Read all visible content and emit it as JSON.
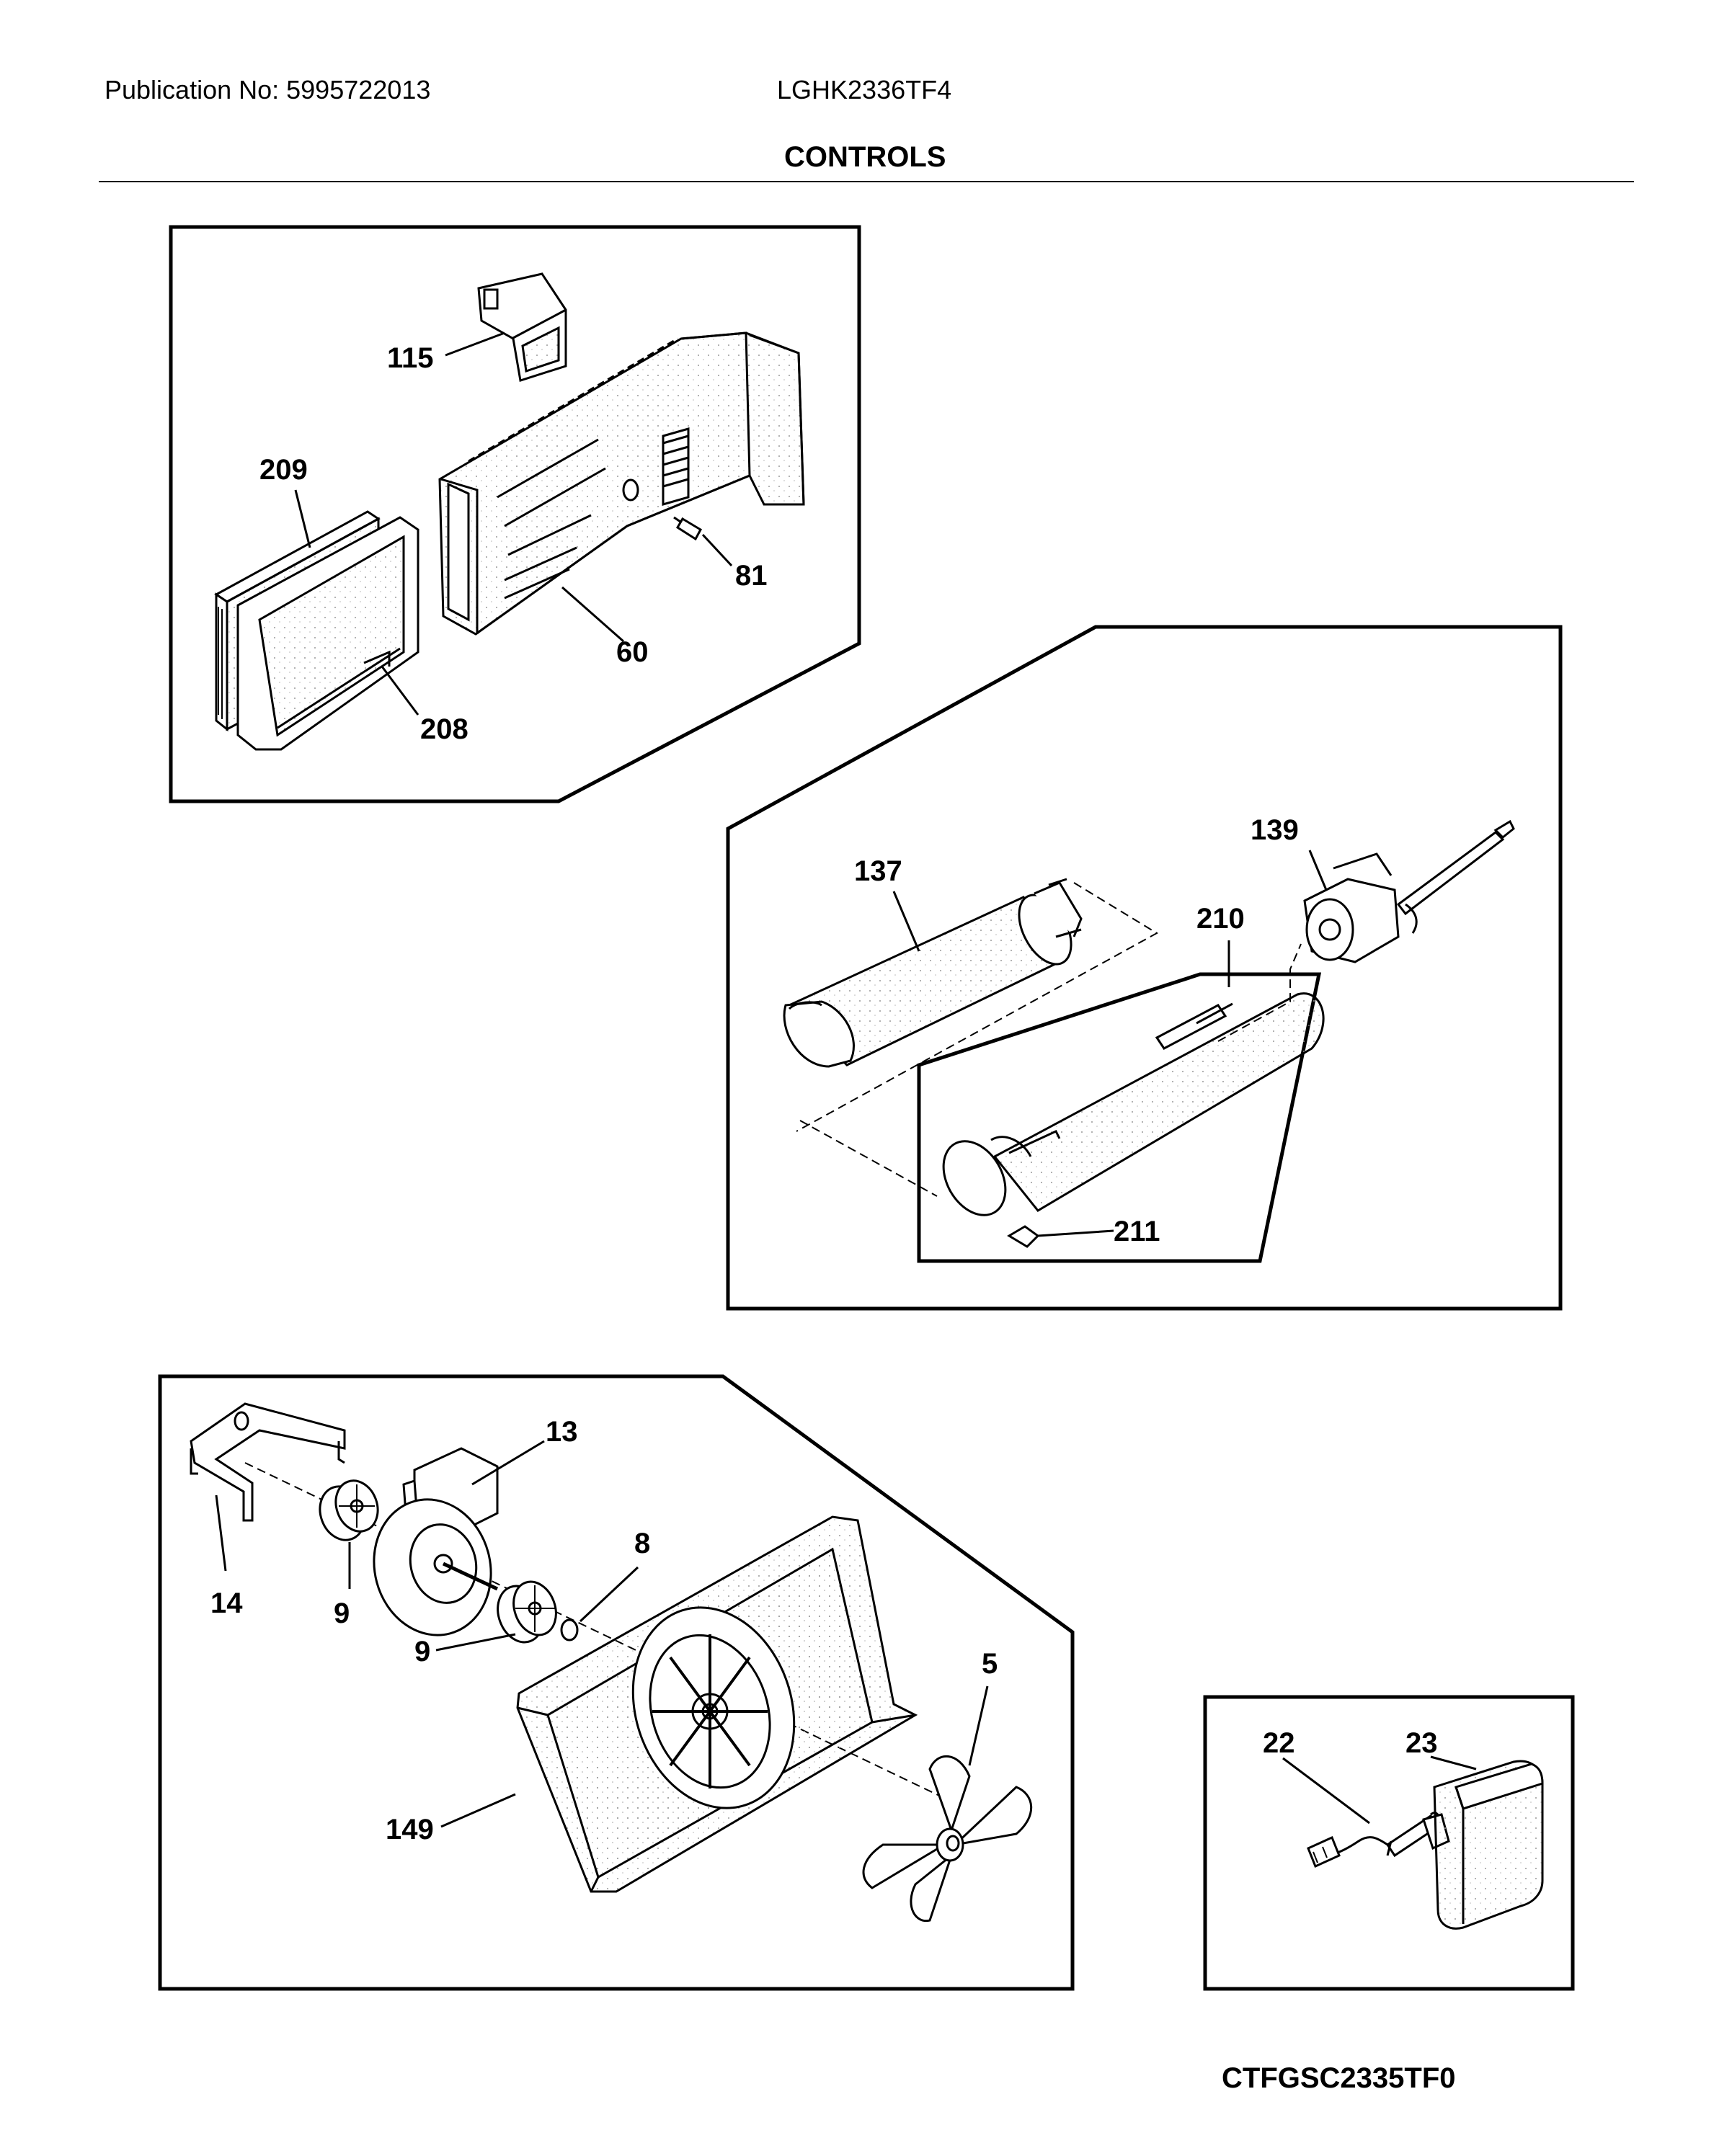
{
  "header": {
    "publication": "Publication No: 5995722013",
    "model": "LGHK2336TF4",
    "section_title": "CONTROLS"
  },
  "parts": {
    "p115": "115",
    "p209": "209",
    "p81": "81",
    "p60": "60",
    "p208": "208",
    "p137": "137",
    "p139": "139",
    "p210": "210",
    "p211": "211",
    "p13": "13",
    "p14": "14",
    "p9a": "9",
    "p9b": "9",
    "p8": "8",
    "p5": "5",
    "p149": "149",
    "p22": "22",
    "p23": "23"
  },
  "footer": {
    "code": "CTFGSC2335TF0"
  }
}
